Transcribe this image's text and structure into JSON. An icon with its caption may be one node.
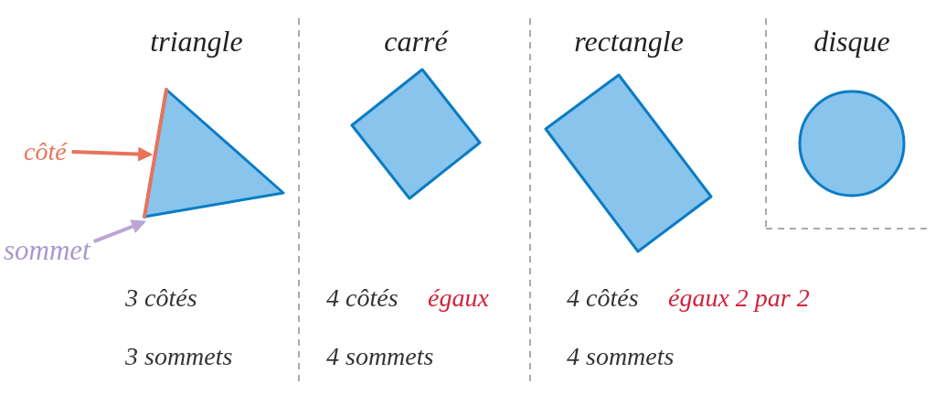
{
  "diagram": {
    "nodes": [
      {
        "text": [
          "triangle"
        ]
      },
      {
        "text": [
          "carré"
        ]
      },
      {
        "text": [
          "rectangle"
        ]
      },
      {
        "text": [
          "disque"
        ]
      },
      {
        "text": [
          "côté"
        ]
      },
      {
        "text": [
          "sommet"
        ]
      }
    ],
    "edges": [
      {
        "from": 4,
        "to": 0,
        "arrow": "to",
        "color": "#e8735a"
      },
      {
        "from": 5,
        "to": 0,
        "arrow": "to",
        "color": "#b9a5d6"
      }
    ],
    "labels": [
      "3 côtés",
      "4 côtés",
      "égaux",
      "4 côtés",
      "égaux 2 par 2",
      "3 sommets",
      "4 sommets",
      "4 sommets"
    ]
  }
}
